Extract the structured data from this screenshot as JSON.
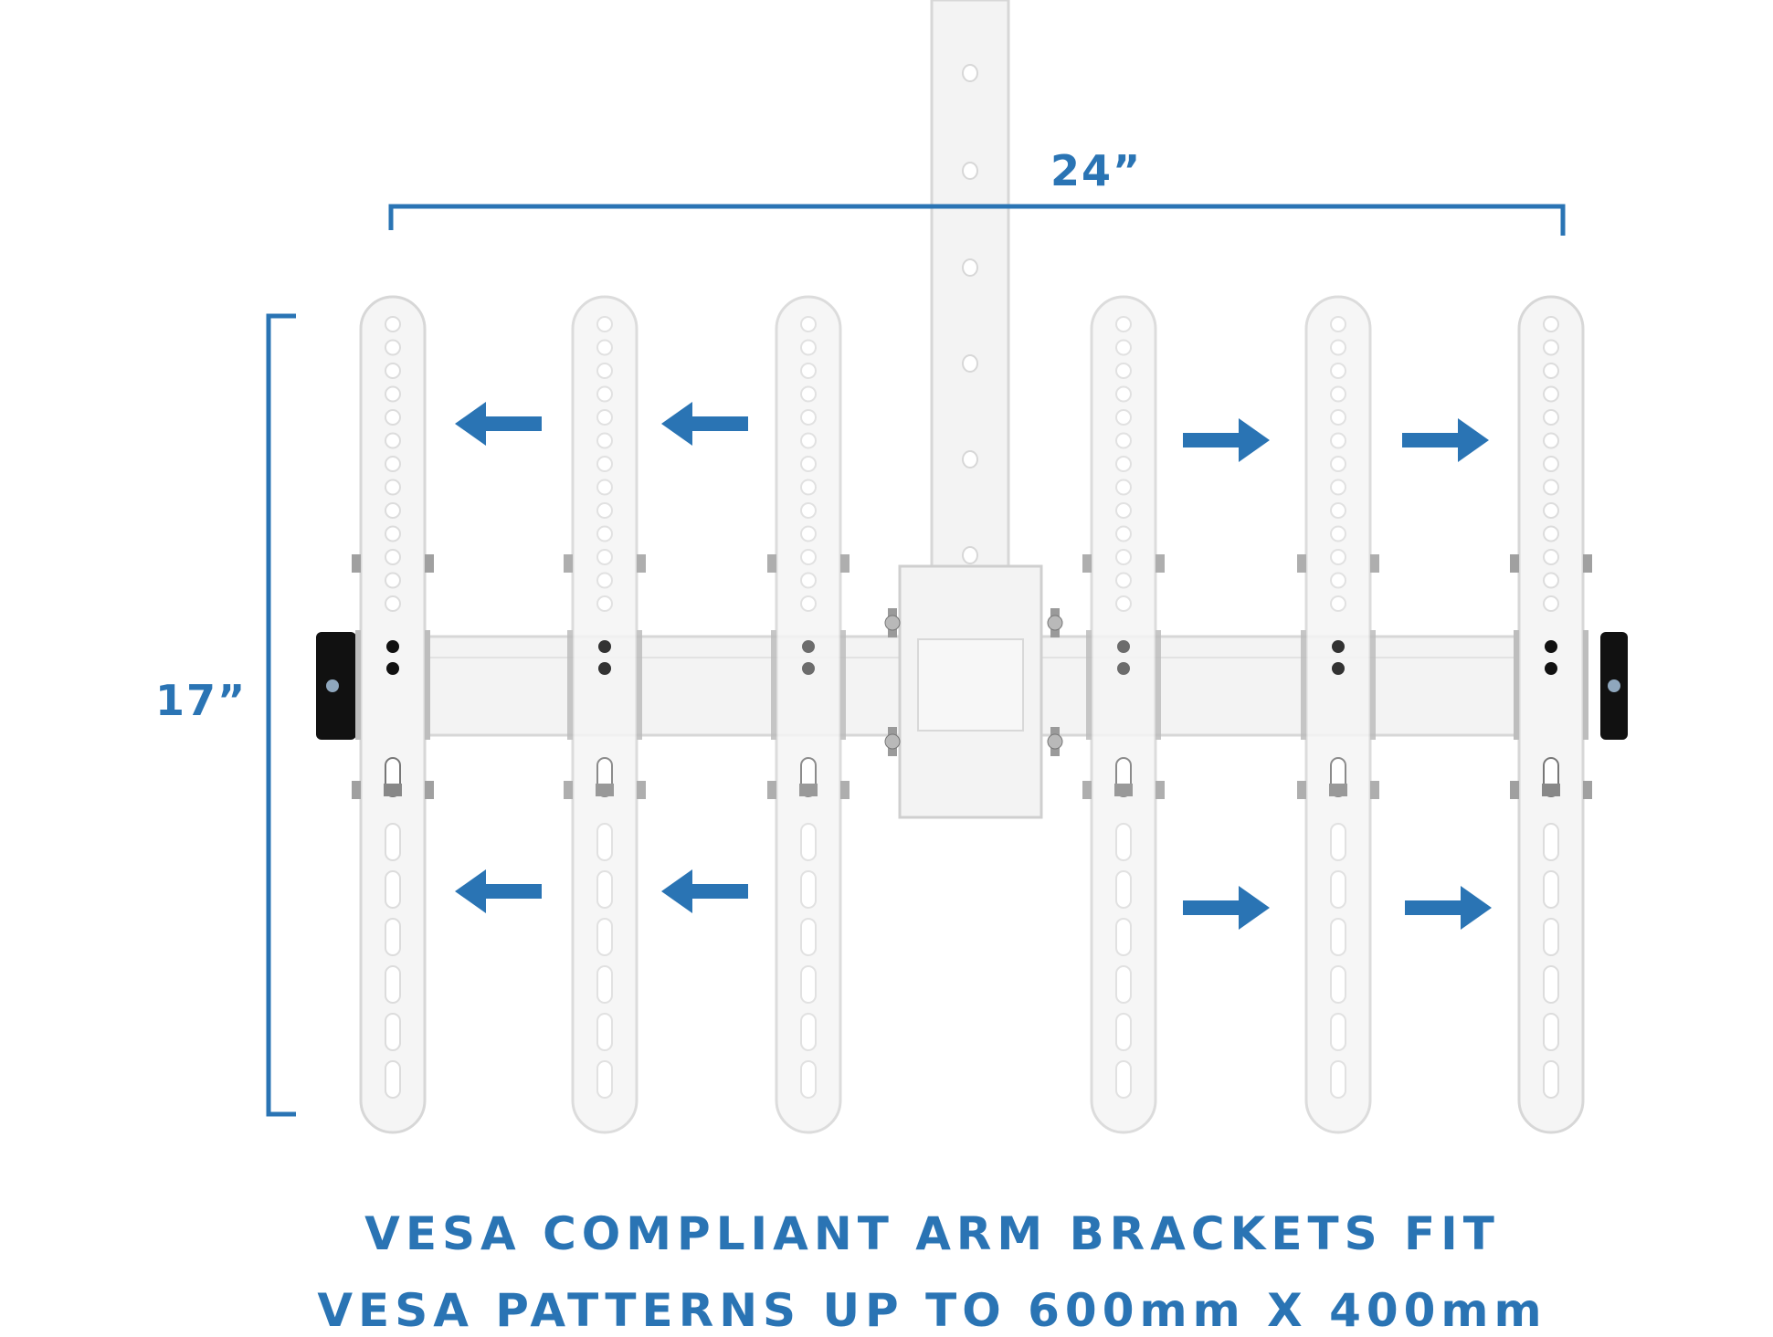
{
  "dimensions": {
    "width": "24”",
    "height": "17”"
  },
  "caption": {
    "line1": "VESA COMPLIANT ARM BRACKETS FIT",
    "line2": "VESA PATTERNS UP TO 600mm X 400mm"
  },
  "colors": {
    "accent": "#2a74b4",
    "metal": "#f3f3f3",
    "metal_edge": "#d7d7d7",
    "hole": "#ffffff",
    "end_cap": "#111111"
  },
  "arrows": {
    "left_side": "arrow-left-icon",
    "right_side": "arrow-right-icon"
  }
}
